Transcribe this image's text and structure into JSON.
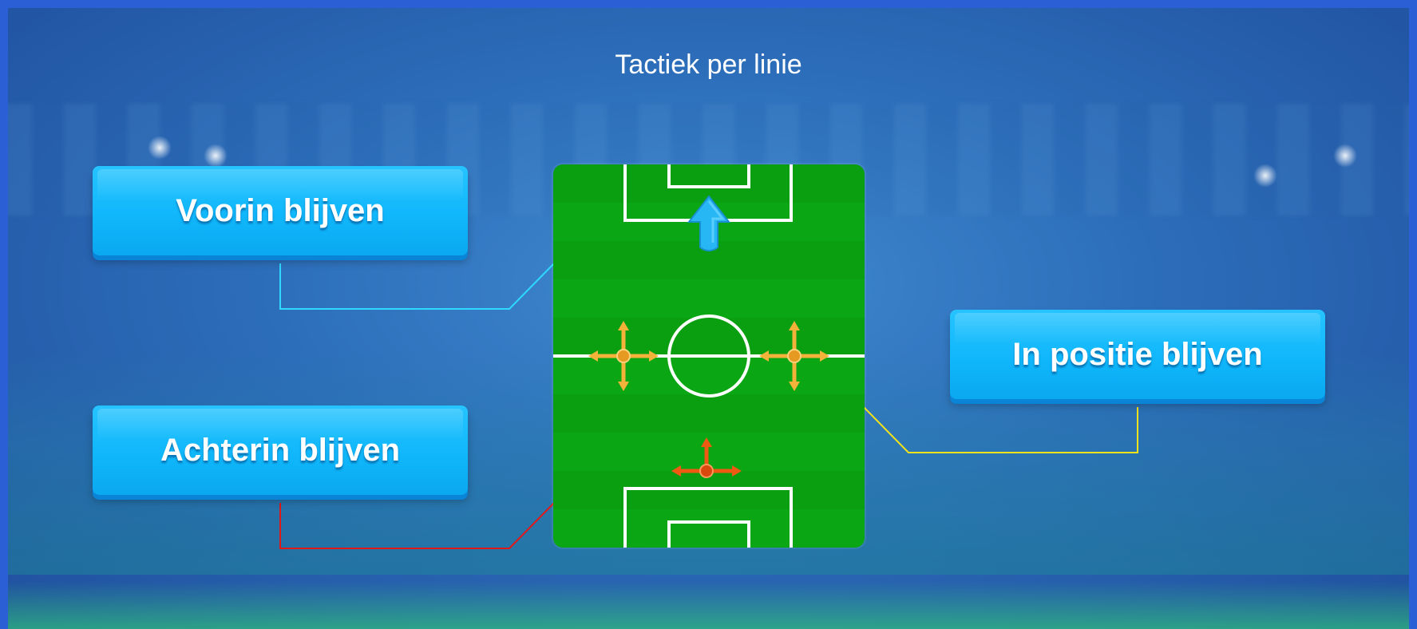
{
  "screen": {
    "title": "Tactiek per linie"
  },
  "options": {
    "forward": {
      "label": "Voorin blijven",
      "line_color": "#2fd8ff"
    },
    "defensive": {
      "label": "Achterin blijven",
      "line_color": "#e01818"
    },
    "position": {
      "label": "In positie blijven",
      "line_color": "#f4e21a"
    }
  },
  "pitch": {
    "field_color": "#0aa314",
    "line_color": "#ffffff",
    "arrows": {
      "attack": {
        "icon": "up-arrow-icon",
        "color": "#27b7f5"
      },
      "midfield": {
        "icon": "four-way-arrow-icon",
        "color": "#f3b23a"
      },
      "defence": {
        "icon": "three-way-arrow-icon",
        "color": "#ef5a12"
      }
    }
  }
}
